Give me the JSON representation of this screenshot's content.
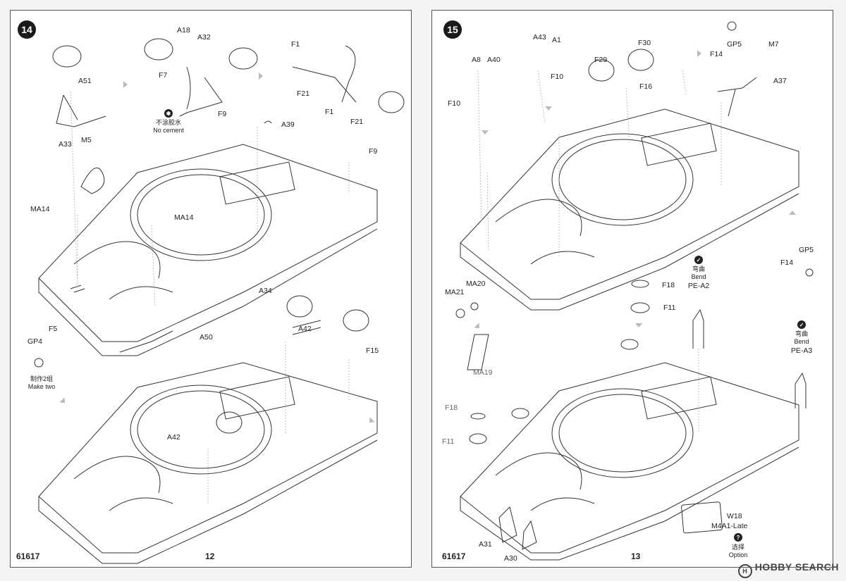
{
  "left_page": {
    "step": "14",
    "page_number": "12",
    "kit_number": "61617",
    "labels": {
      "a18": "A18",
      "a32": "A32",
      "f7": "F7",
      "a51": "A51",
      "a33": "A33",
      "no_cement_cn": "不涂胶水",
      "no_cement_en": "No cement",
      "f1_top": "F1",
      "f21_left": "F21",
      "f1_bottom": "F1",
      "f21_right": "F21",
      "f9_left": "F9",
      "a39": "A39",
      "f9_right": "F9",
      "m5": "M5",
      "ma14_left": "MA14",
      "ma14_center": "MA14",
      "a34": "A34",
      "a42_upper": "A42",
      "a50": "A50",
      "f15": "F15",
      "gp4": "GP4",
      "f5": "F5",
      "make_two_cn": "制作2组",
      "make_two_en": "Make two",
      "a42_lower": "A42"
    }
  },
  "right_page": {
    "step": "15",
    "page_number": "13",
    "kit_number": "61617",
    "labels": {
      "a43": "A43",
      "a1": "A1",
      "a8": "A8",
      "a40": "A40",
      "f10_top": "F10",
      "f10_left": "F10",
      "f29": "F29",
      "f30": "F30",
      "f16": "F16",
      "gp5_top": "GP5",
      "f14_top": "F14",
      "m7": "M7",
      "a37": "A37",
      "ma20": "MA20",
      "ma21": "MA21",
      "f18_mid": "F18",
      "f11_mid": "F11",
      "bend_cn_1": "弯曲",
      "bend_en_1": "Bend",
      "pe_a2": "PE-A2",
      "gp5_right": "GP5",
      "f14_right": "F14",
      "bend_cn_2": "弯曲",
      "bend_en_2": "Bend",
      "pe_a3": "PE-A3",
      "ma19": "MA19",
      "f18_low": "F18",
      "f11_low": "F11",
      "a31": "A31",
      "a30": "A30",
      "w18": "W18",
      "m4a1_late": "M4A1-Late",
      "option_cn": "选择",
      "option_en": "Option"
    }
  },
  "watermark": "HOBBY SEARCH"
}
